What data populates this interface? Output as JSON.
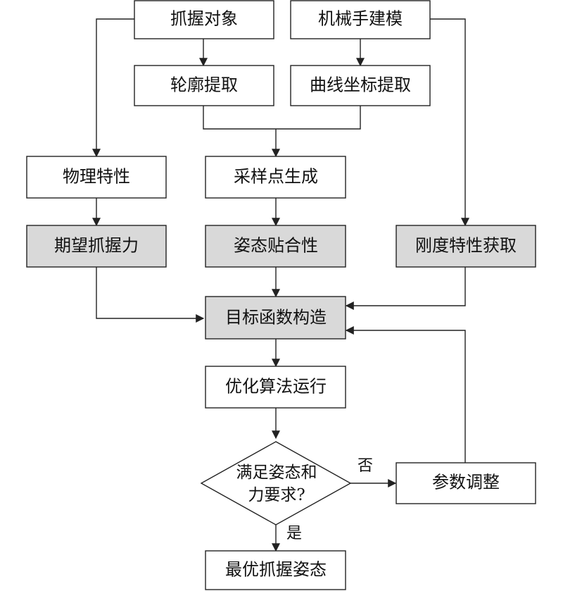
{
  "colors": {
    "box_fill": "#ffffff",
    "highlight_fill": "#d9d9d9",
    "stroke": "#222222",
    "text": "#111111"
  },
  "nodes": {
    "grasp_object": "抓握对象",
    "hand_modeling": "机械手建模",
    "contour_extraction": "轮廓提取",
    "curve_coordinate_extraction": "曲线坐标提取",
    "physical_properties": "物理特性",
    "sampling_point_generation": "采样点生成",
    "expected_grasp_force": "期望抓握力",
    "posture_fit": "姿态贴合性",
    "stiffness_acquisition": "刚度特性获取",
    "objective_function_construction": "目标函数构造",
    "optimization_run": "优化算法运行",
    "decision_line1": "满足姿态和",
    "decision_line2": "力要求?",
    "parameter_adjustment": "参数调整",
    "optimal_grasp_posture": "最优抓握姿态"
  },
  "edge_labels": {
    "no": "否",
    "yes": "是"
  }
}
